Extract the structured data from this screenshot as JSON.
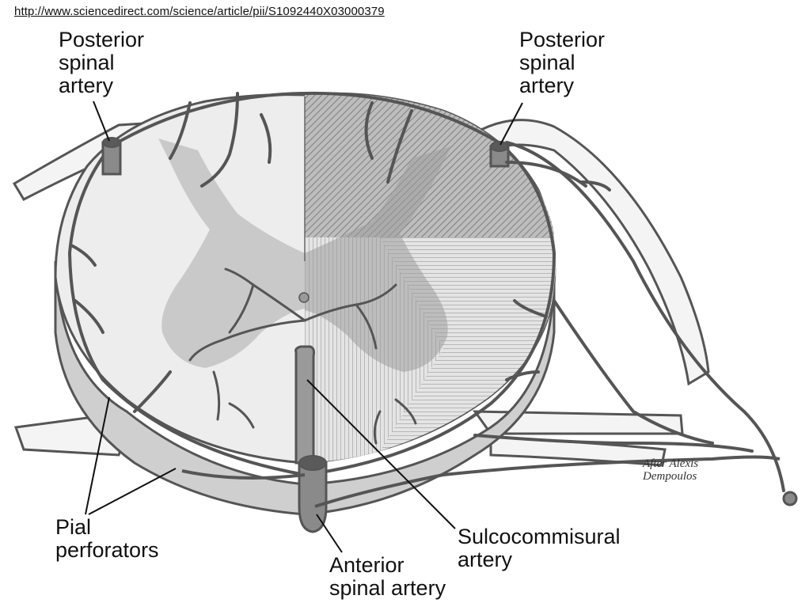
{
  "source_url": "http://www.sciencedirect.com/science/article/pii/S1092440X03000379",
  "labels": {
    "posterior_left": [
      "Posterior",
      "spinal",
      "artery"
    ],
    "posterior_right": [
      "Posterior",
      "spinal",
      "artery"
    ],
    "pial": [
      "Pial",
      "perforators"
    ],
    "anterior": [
      "Anterior",
      "spinal artery"
    ],
    "sulco": [
      "Sulcocommisural",
      "artery"
    ]
  },
  "credit": [
    "After Alexis",
    "Dempoulos"
  ],
  "colors": {
    "cord_fill": "#ededed",
    "gray_matter": "#c9c9c9",
    "vessel_stroke": "#555555",
    "vessel_fill": "#8a8a8a",
    "hatch": "#6f6f6f"
  }
}
